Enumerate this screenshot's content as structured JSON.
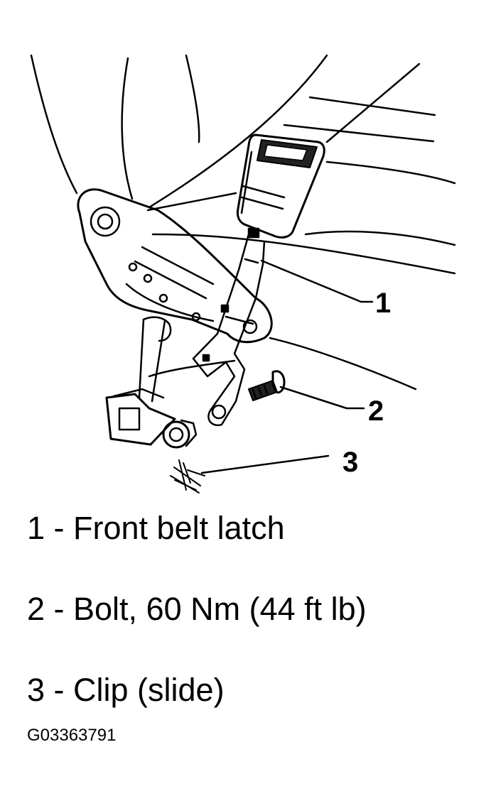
{
  "callouts": [
    "1",
    "2",
    "3"
  ],
  "legend": [
    {
      "number": "1",
      "text": "1 - Front belt latch"
    },
    {
      "number": "2",
      "text": "2 - Bolt, 60 Nm (44 ft lb)"
    },
    {
      "number": "3",
      "text": "3 - Clip (slide)"
    }
  ],
  "figure_code": "G03363791",
  "icons": [
    "seat-outline",
    "belt-buckle",
    "mounting-bracket",
    "latch-strap",
    "bolt",
    "clip-slide"
  ]
}
